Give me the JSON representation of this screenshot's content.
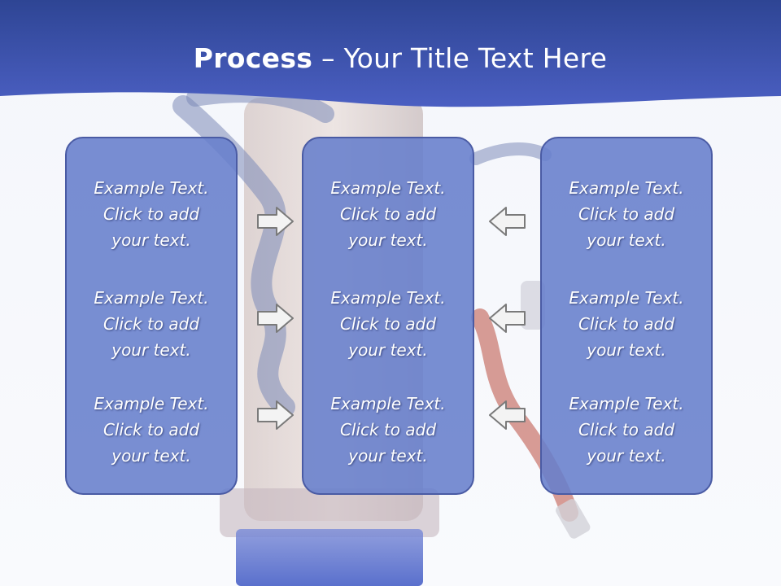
{
  "slide": {
    "title_bold": "Process",
    "title_rest": " – Your Title Text Here",
    "columns": [
      {
        "blocks": [
          [
            "Example Text.",
            "Click  to add",
            "your text."
          ],
          [
            "Example Text.",
            "Click  to add",
            "your text."
          ],
          [
            "Example Text.",
            "Click  to add",
            "your text."
          ]
        ]
      },
      {
        "blocks": [
          [
            "Example Text.",
            "Click  to add",
            "your text."
          ],
          [
            "Example Text.",
            "Click  to add",
            "your text."
          ],
          [
            "Example Text.",
            "Click  to add",
            "your text."
          ]
        ]
      },
      {
        "blocks": [
          [
            "Example Text.",
            "Click  to add",
            "your text."
          ],
          [
            "Example Text.",
            "Click  to add",
            "your text."
          ],
          [
            "Example Text.",
            "Click  to add",
            "your text."
          ]
        ]
      }
    ],
    "arrows_left": [
      "right-arrow-icon",
      "right-arrow-icon",
      "right-arrow-icon"
    ],
    "arrows_right": [
      "left-arrow-icon",
      "left-arrow-icon",
      "left-arrow-icon"
    ]
  },
  "colors": {
    "header": "#3a54b4",
    "panel_fill": "#6a80cf",
    "panel_border": "#4a5ba4",
    "text": "#ffffff"
  }
}
